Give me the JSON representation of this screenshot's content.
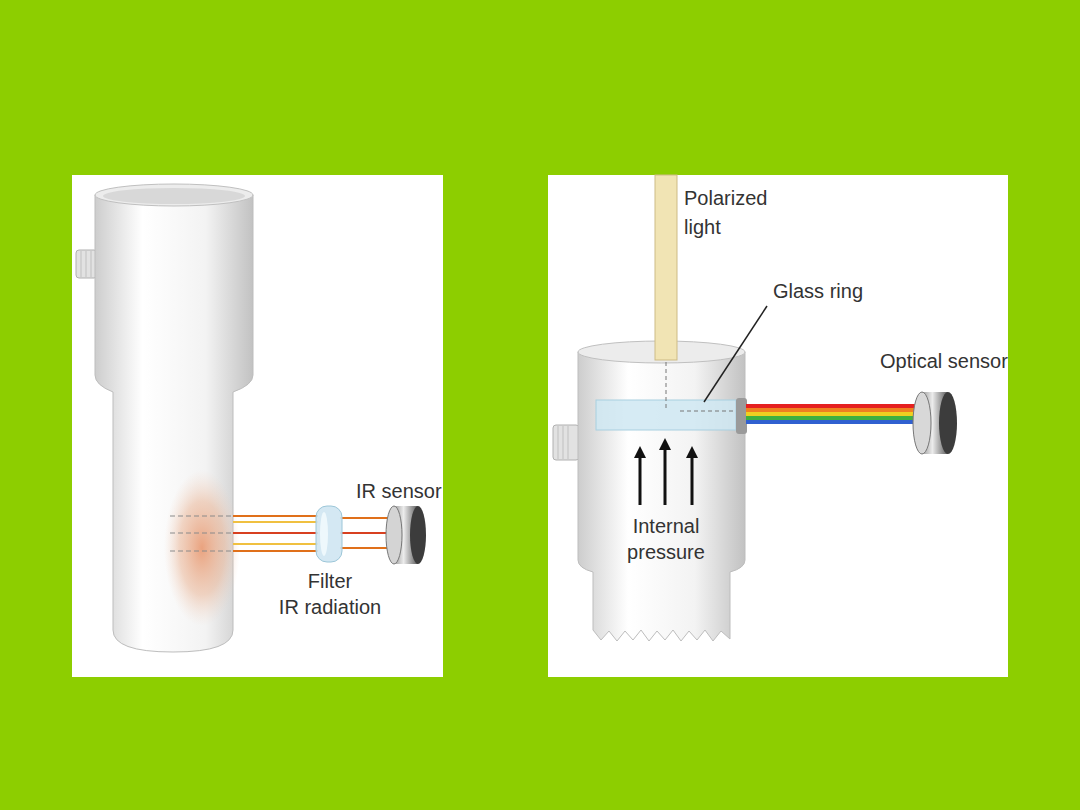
{
  "diagram": {
    "labels": [
      "IR sensor",
      "Filter",
      "IR radiation",
      "Polarized light",
      "Glass ring",
      "Optical sensor",
      "Internal pressure"
    ]
  }
}
